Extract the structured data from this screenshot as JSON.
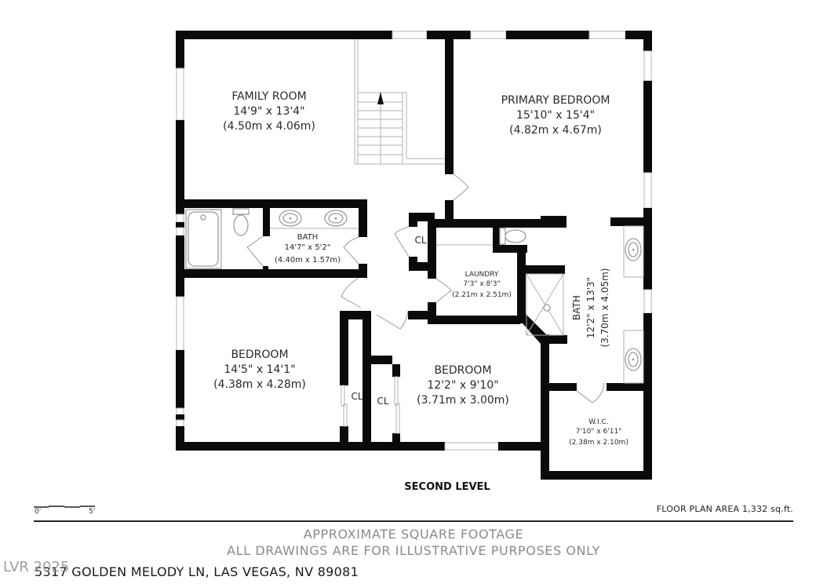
{
  "plan": {
    "level_title": "SECOND LEVEL",
    "floor_plan_area": "FLOOR PLAN AREA 1,332 sq.ft.",
    "scale": {
      "start": "0'",
      "end": "5'"
    },
    "disclaimer": {
      "line1": "APPROXIMATE SQUARE FOOTAGE",
      "line2": "ALL DRAWINGS ARE FOR ILLUSTRATIVE PURPOSES ONLY"
    },
    "address": "5317 GOLDEN MELODY LN, LAS VEGAS, NV 89081",
    "watermark": "LVR 2025"
  },
  "rooms": {
    "family_room": {
      "name": "FAMILY ROOM",
      "imperial": "14'9\" x 13'4\"",
      "metric": "(4.50m x 4.06m)"
    },
    "primary_bedroom": {
      "name": "PRIMARY BEDROOM",
      "imperial": "15'10\" x 15'4\"",
      "metric": "(4.82m x 4.67m)"
    },
    "hall_bath": {
      "name": "BATH",
      "imperial": "14'7\" x 5'2\"",
      "metric": "(4.40m x 1.57m)"
    },
    "laundry": {
      "name": "LAUNDRY",
      "imperial": "7'3\" x 8'3\"",
      "metric": "(2.21m x 2.51m)"
    },
    "primary_bath": {
      "name": "BATH",
      "imperial": "12'2\" x 13'3\"",
      "metric": "(3.70m x 4.05m)"
    },
    "bedroom_1": {
      "name": "BEDROOM",
      "imperial": "14'5\" x 14'1\"",
      "metric": "(4.38m x 4.28m)"
    },
    "bedroom_2": {
      "name": "BEDROOM",
      "imperial": "12'2\" x 9'10\"",
      "metric": "(3.71m x 3.00m)"
    },
    "wic": {
      "name": "W.I.C.",
      "imperial": "7'10\" x 6'11\"",
      "metric": "(2.38m x 2.10m)"
    },
    "closet_hall": {
      "name": "CL"
    },
    "closet_bed1": {
      "name": "CL"
    },
    "closet_bed2": {
      "name": "CL"
    }
  },
  "icons": {
    "stairs_arrow": "stairs-up-arrow-icon",
    "toilet": "toilet-icon",
    "sink": "sink-icon",
    "bathtub": "bathtub-icon",
    "shower": "shower-icon"
  }
}
